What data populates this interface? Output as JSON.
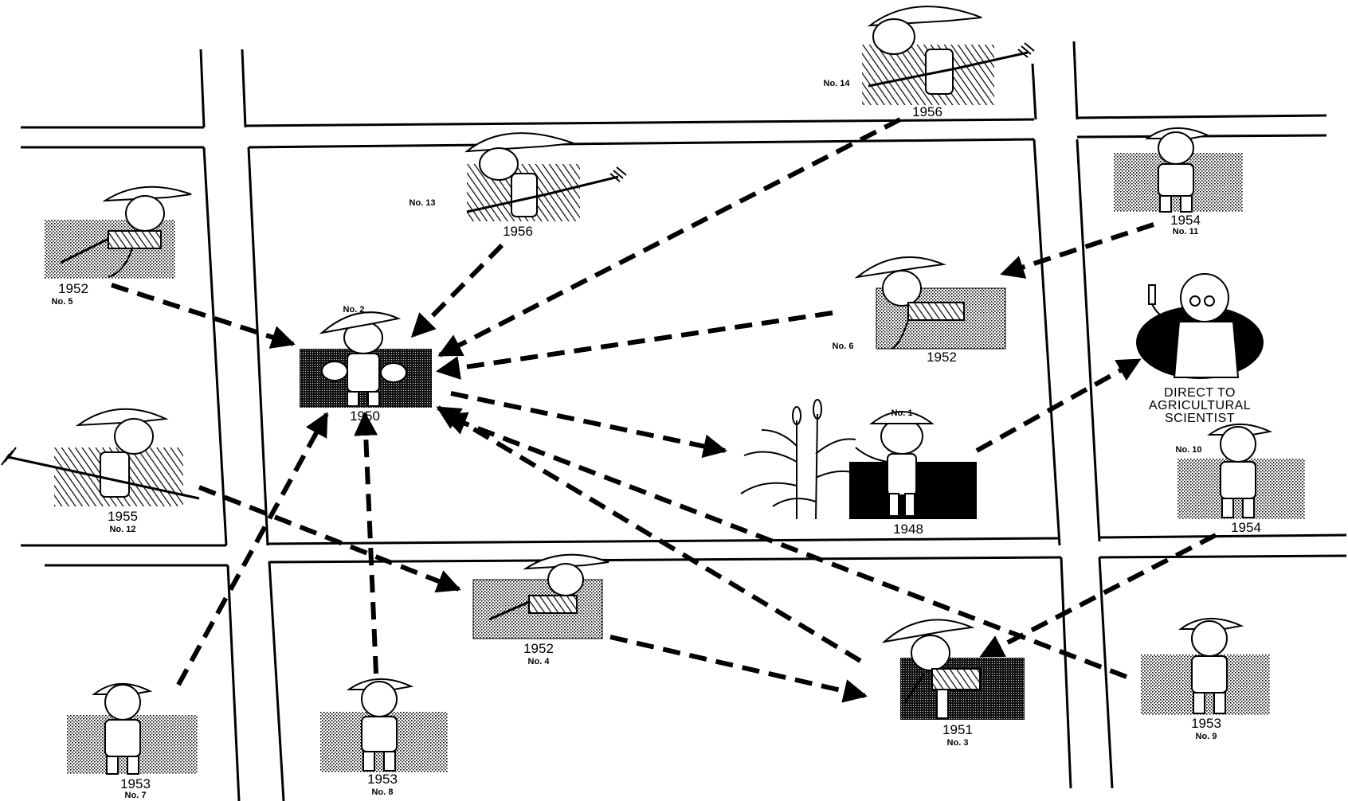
{
  "farmers": [
    {
      "id": "f1",
      "no": "No. 1",
      "year": "1948"
    },
    {
      "id": "f2",
      "no": "No. 2",
      "year": "1950"
    },
    {
      "id": "f3",
      "no": "No. 3",
      "year": "1951"
    },
    {
      "id": "f4",
      "no": "No. 4",
      "year": "1952"
    },
    {
      "id": "f5",
      "no": "No. 5",
      "year": "1952"
    },
    {
      "id": "f6",
      "no": "No. 6",
      "year": "1952"
    },
    {
      "id": "f7",
      "no": "No. 7",
      "year": "1953"
    },
    {
      "id": "f8",
      "no": "No. 8",
      "year": "1953"
    },
    {
      "id": "f9",
      "no": "No. 9",
      "year": "1953"
    },
    {
      "id": "f10",
      "no": "No. 10",
      "year": "1954"
    },
    {
      "id": "f11",
      "no": "No. 11",
      "year": "1954"
    },
    {
      "id": "f12",
      "no": "No. 12",
      "year": "1955"
    },
    {
      "id": "f13",
      "no": "No. 13",
      "year": "1956"
    },
    {
      "id": "f14",
      "no": "No. 14",
      "year": "1956"
    }
  ],
  "scientist": {
    "label_lines": [
      "DIRECT TO",
      "AGRICULTURAL",
      "SCIENTIST"
    ]
  },
  "edges": [
    {
      "from": "f5",
      "to": "f2"
    },
    {
      "from": "f13",
      "to": "f2"
    },
    {
      "from": "f14",
      "to": "f2"
    },
    {
      "from": "f6",
      "to": "f2"
    },
    {
      "from": "f2",
      "to": "f1"
    },
    {
      "from": "f1",
      "to": "scientist"
    },
    {
      "from": "f11",
      "to": "f6"
    },
    {
      "from": "f12",
      "to": "f4"
    },
    {
      "from": "f4",
      "to": "f3"
    },
    {
      "from": "f3",
      "to": "f2"
    },
    {
      "from": "f9",
      "to": "f2"
    },
    {
      "from": "f10",
      "to": "f3"
    },
    {
      "from": "f7",
      "to": "f2"
    },
    {
      "from": "f8",
      "to": "f2"
    }
  ]
}
